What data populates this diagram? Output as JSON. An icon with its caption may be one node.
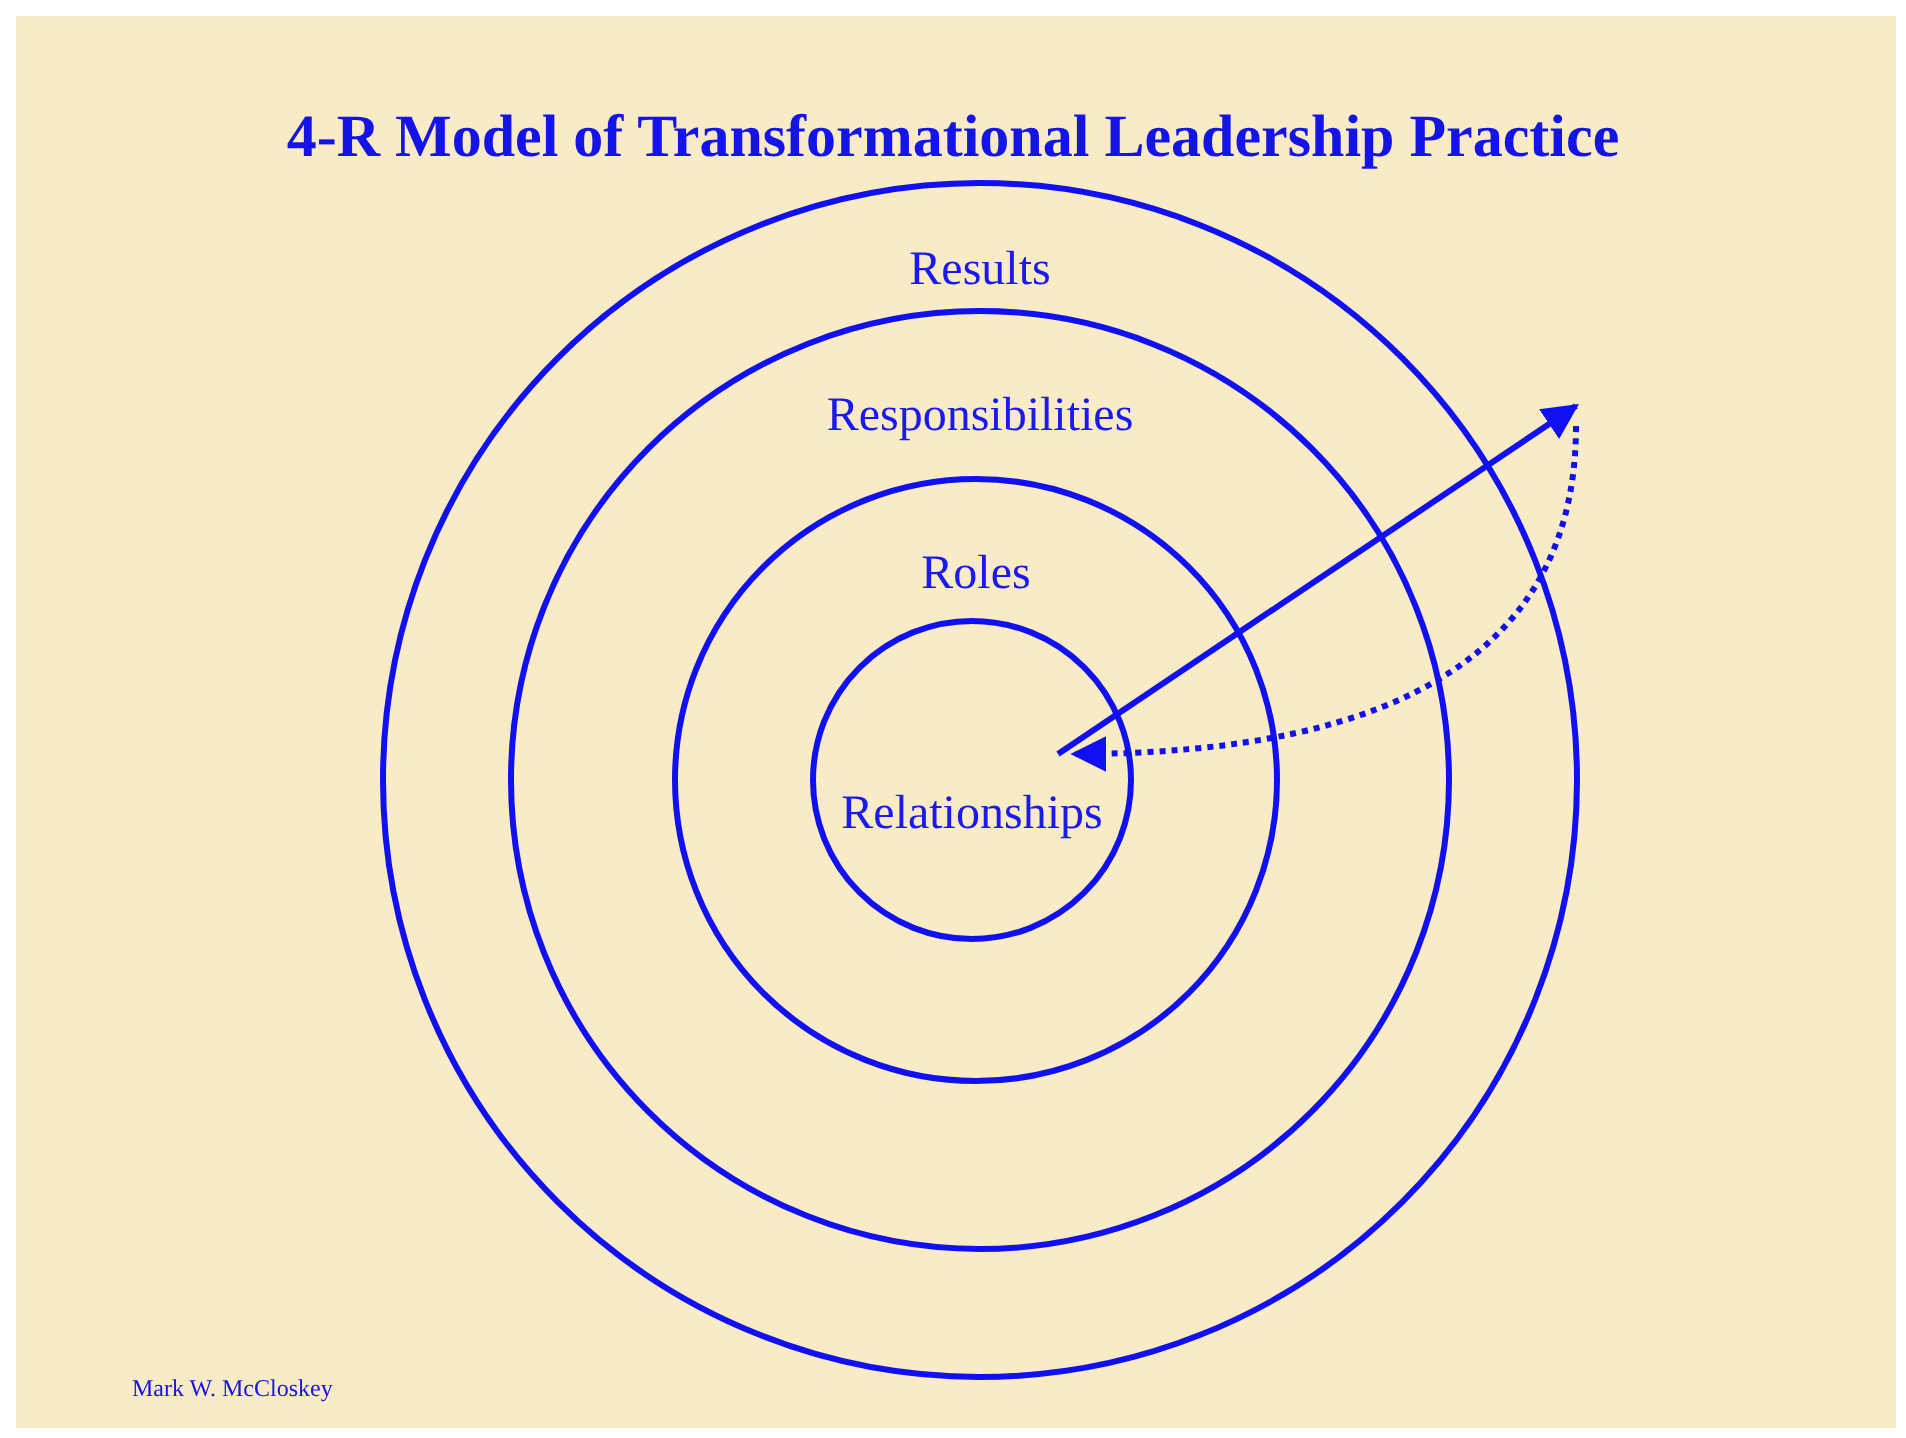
{
  "diagram": {
    "title": "4-R Model of Transformational Leadership Practice",
    "nodes": [
      {
        "text": [
          "Results"
        ]
      },
      {
        "text": [
          "Responsibilities"
        ],
        "in": 0
      },
      {
        "text": [
          "Roles"
        ],
        "in": 1
      },
      {
        "text": [
          "Relationships"
        ],
        "in": 2
      }
    ],
    "edges": [
      {
        "from": 3,
        "to": 0,
        "arrow": "to"
      },
      {
        "from": 0,
        "to": 3,
        "arrow": "to",
        "style": "dashed"
      }
    ],
    "labels": [
      "Mark W. McCloskey"
    ]
  }
}
